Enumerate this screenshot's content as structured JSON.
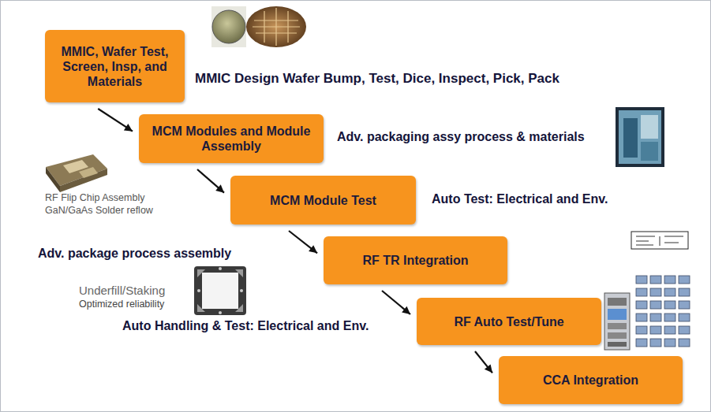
{
  "diagram": {
    "nodes": [
      {
        "text": [
          "MMIC, Wafer Test, Screen, Insp, and Materials"
        ]
      },
      {
        "text": [
          "MCM Modules and Module Assembly"
        ]
      },
      {
        "text": [
          "MCM Module Test"
        ]
      },
      {
        "text": [
          "RF TR Integration"
        ]
      },
      {
        "text": [
          "RF Auto Test/Tune"
        ]
      },
      {
        "text": [
          "CCA Integration"
        ]
      }
    ],
    "edges": [
      {
        "from": 0,
        "to": 1,
        "arrow": "to"
      },
      {
        "from": 1,
        "to": 2,
        "arrow": "to"
      },
      {
        "from": 2,
        "to": 3,
        "arrow": "to"
      },
      {
        "from": 3,
        "to": 4,
        "arrow": "to"
      },
      {
        "from": 4,
        "to": 5,
        "arrow": "to"
      }
    ],
    "labels": [
      "MMIC Design Wafer Bump, Test, Dice, Inspect, Pick, Pack",
      "Adv. packaging assy process & materials",
      "RF Flip Chip Assembly",
      "GaN/GaAs Solder reflow",
      "Auto Test: Electrical and Env.",
      "Adv. package process assembly",
      "Underfill/Staking",
      "Optimized reliability",
      "Auto Handling & Test: Electrical and Env."
    ]
  }
}
